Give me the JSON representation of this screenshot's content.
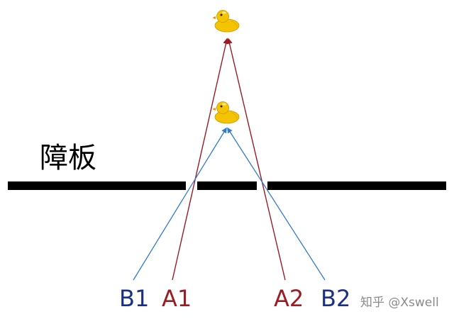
{
  "board_label": "障板",
  "colors": {
    "red": "#9c1c24",
    "blue": "#1a2f8a",
    "blue_line": "#2f7bd0",
    "barrier": "#000000",
    "watermark": "#8a8a8a",
    "duck_body": "#f5c400",
    "duck_beak": "#f08a00"
  },
  "observers": {
    "b1": "B1",
    "a1": "A1",
    "a2": "A2",
    "b2": "B2"
  },
  "watermark": "知乎 @Xswell",
  "icons": {
    "far_duck": "rubber-duck-icon",
    "near_duck": "rubber-duck-icon"
  }
}
